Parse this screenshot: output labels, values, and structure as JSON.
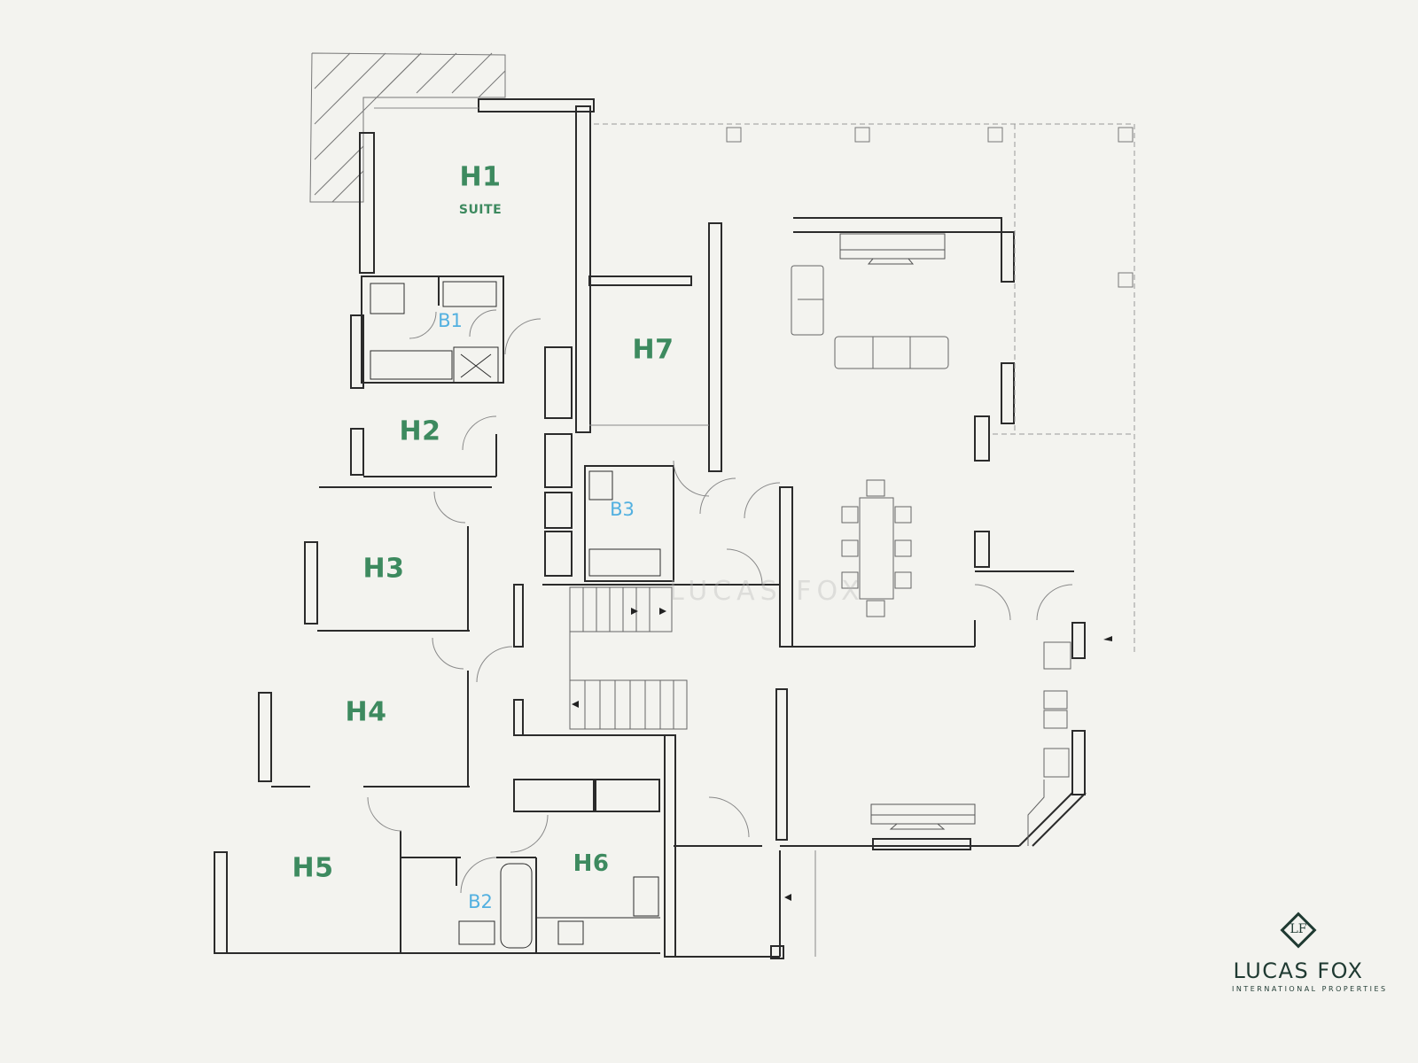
{
  "plan": {
    "rooms": [
      {
        "id": "H1",
        "label": "H1",
        "sublabel": "SUITE"
      },
      {
        "id": "H2",
        "label": "H2"
      },
      {
        "id": "H3",
        "label": "H3"
      },
      {
        "id": "H4",
        "label": "H4"
      },
      {
        "id": "H5",
        "label": "H5"
      },
      {
        "id": "H6",
        "label": "H6"
      },
      {
        "id": "H7",
        "label": "H7"
      }
    ],
    "bathrooms": [
      {
        "id": "B1",
        "label": "B1"
      },
      {
        "id": "B2",
        "label": "B2"
      },
      {
        "id": "B3",
        "label": "B3"
      }
    ],
    "colors": {
      "room_label": "#3d8a5f",
      "bath_label": "#52b0e0",
      "wall": "#2b2b2b",
      "background": "#f3f3ef"
    },
    "watermark": "LUCAS FOX"
  },
  "logo": {
    "monogram": "LF",
    "name": "LUCAS FOX",
    "tagline": "INTERNATIONAL PROPERTIES",
    "color": "#1f3a32"
  }
}
